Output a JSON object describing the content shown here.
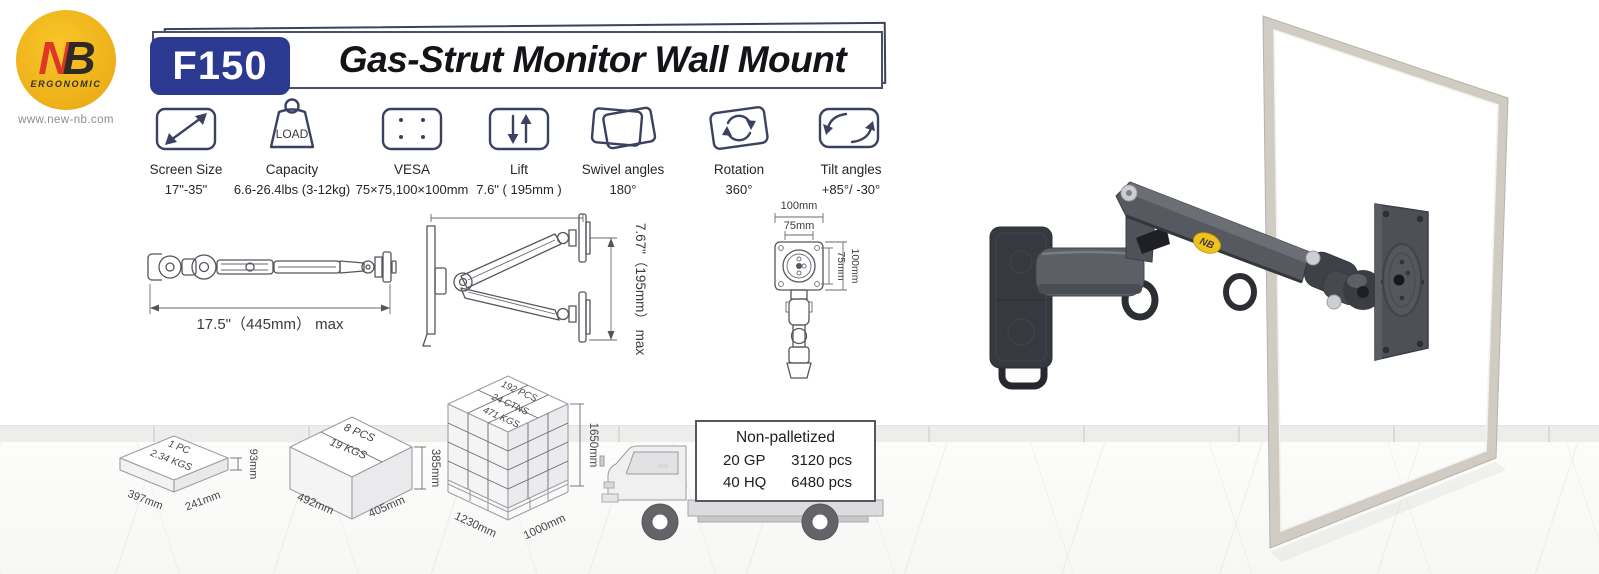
{
  "brand": {
    "logo": "NB",
    "logo_n": "N",
    "logo_b": "B",
    "tagline": "ERGONOMIC",
    "website": "www.new-nb.com"
  },
  "header": {
    "model": "F150",
    "title": "Gas-Strut Monitor Wall Mount"
  },
  "specs": [
    {
      "label": "Screen Size",
      "value": "17\"-35\""
    },
    {
      "label": "Capacity",
      "value": "6.6-26.4lbs (3-12kg)",
      "icon_text": "LOAD"
    },
    {
      "label": "VESA",
      "value": "75×75,100×100mm"
    },
    {
      "label": "Lift",
      "value": "7.6\" ( 195mm )"
    },
    {
      "label": "Swivel angles",
      "value": "180°"
    },
    {
      "label": "Rotation",
      "value": "360°"
    },
    {
      "label": "Tilt angles",
      "value": "+85°/ -30°"
    }
  ],
  "drawings": {
    "top_view_dim": "17.5\"（445mm） max",
    "side_view_dim": "7.67\"（195mm） max",
    "front_view": {
      "top_outer": "100mm",
      "top_inner": "75mm",
      "right_inner": "75mm",
      "right_outer": "100mm"
    }
  },
  "packaging": {
    "single": {
      "qty": "1 PC",
      "weight": "2.34 KGS",
      "w": "397mm",
      "d": "241mm",
      "h": "93mm"
    },
    "carton": {
      "qty": "8 PCS",
      "weight": "19 KGS",
      "w": "492mm",
      "d": "405mm",
      "h": "385mm"
    },
    "pallet": {
      "qty": "192 PCS",
      "cartons": "24 CTNS",
      "weight": "471 KGS",
      "w": "1230mm",
      "d": "1000mm",
      "h": "1650mm"
    },
    "shipping": {
      "title": "Non-palletized",
      "row1_container": "20 GP",
      "row1_qty": "3120 pcs",
      "row2_container": "40 HQ",
      "row2_qty": "6480 pcs"
    }
  },
  "colors": {
    "accent_navy": "#2b3990",
    "icon_line": "#3b4161",
    "logo_gold": "#f2b31c",
    "logo_red": "#e23a28",
    "arm_gray": "#56595f",
    "frame_silver": "#d0ccc4"
  }
}
